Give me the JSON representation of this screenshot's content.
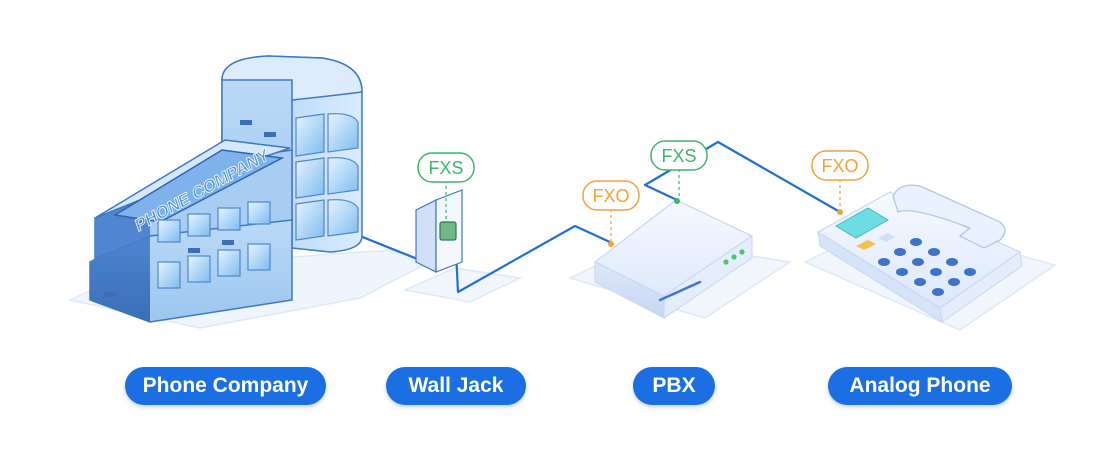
{
  "labels": {
    "phone_company": "Phone Company",
    "wall_jack": "Wall Jack",
    "pbx": "PBX",
    "analog_phone": "Analog Phone"
  },
  "building_sign": "PHONE COMPANY",
  "ports": {
    "wall_jack_port": "FXS",
    "pbx_in_port": "FXO",
    "pbx_out_port": "FXS",
    "phone_port": "FXO"
  },
  "colors": {
    "accent": "#1c6fe3",
    "fxs": "#3fb56a",
    "fxo": "#f3a23a",
    "line": "#1f6fd6"
  }
}
